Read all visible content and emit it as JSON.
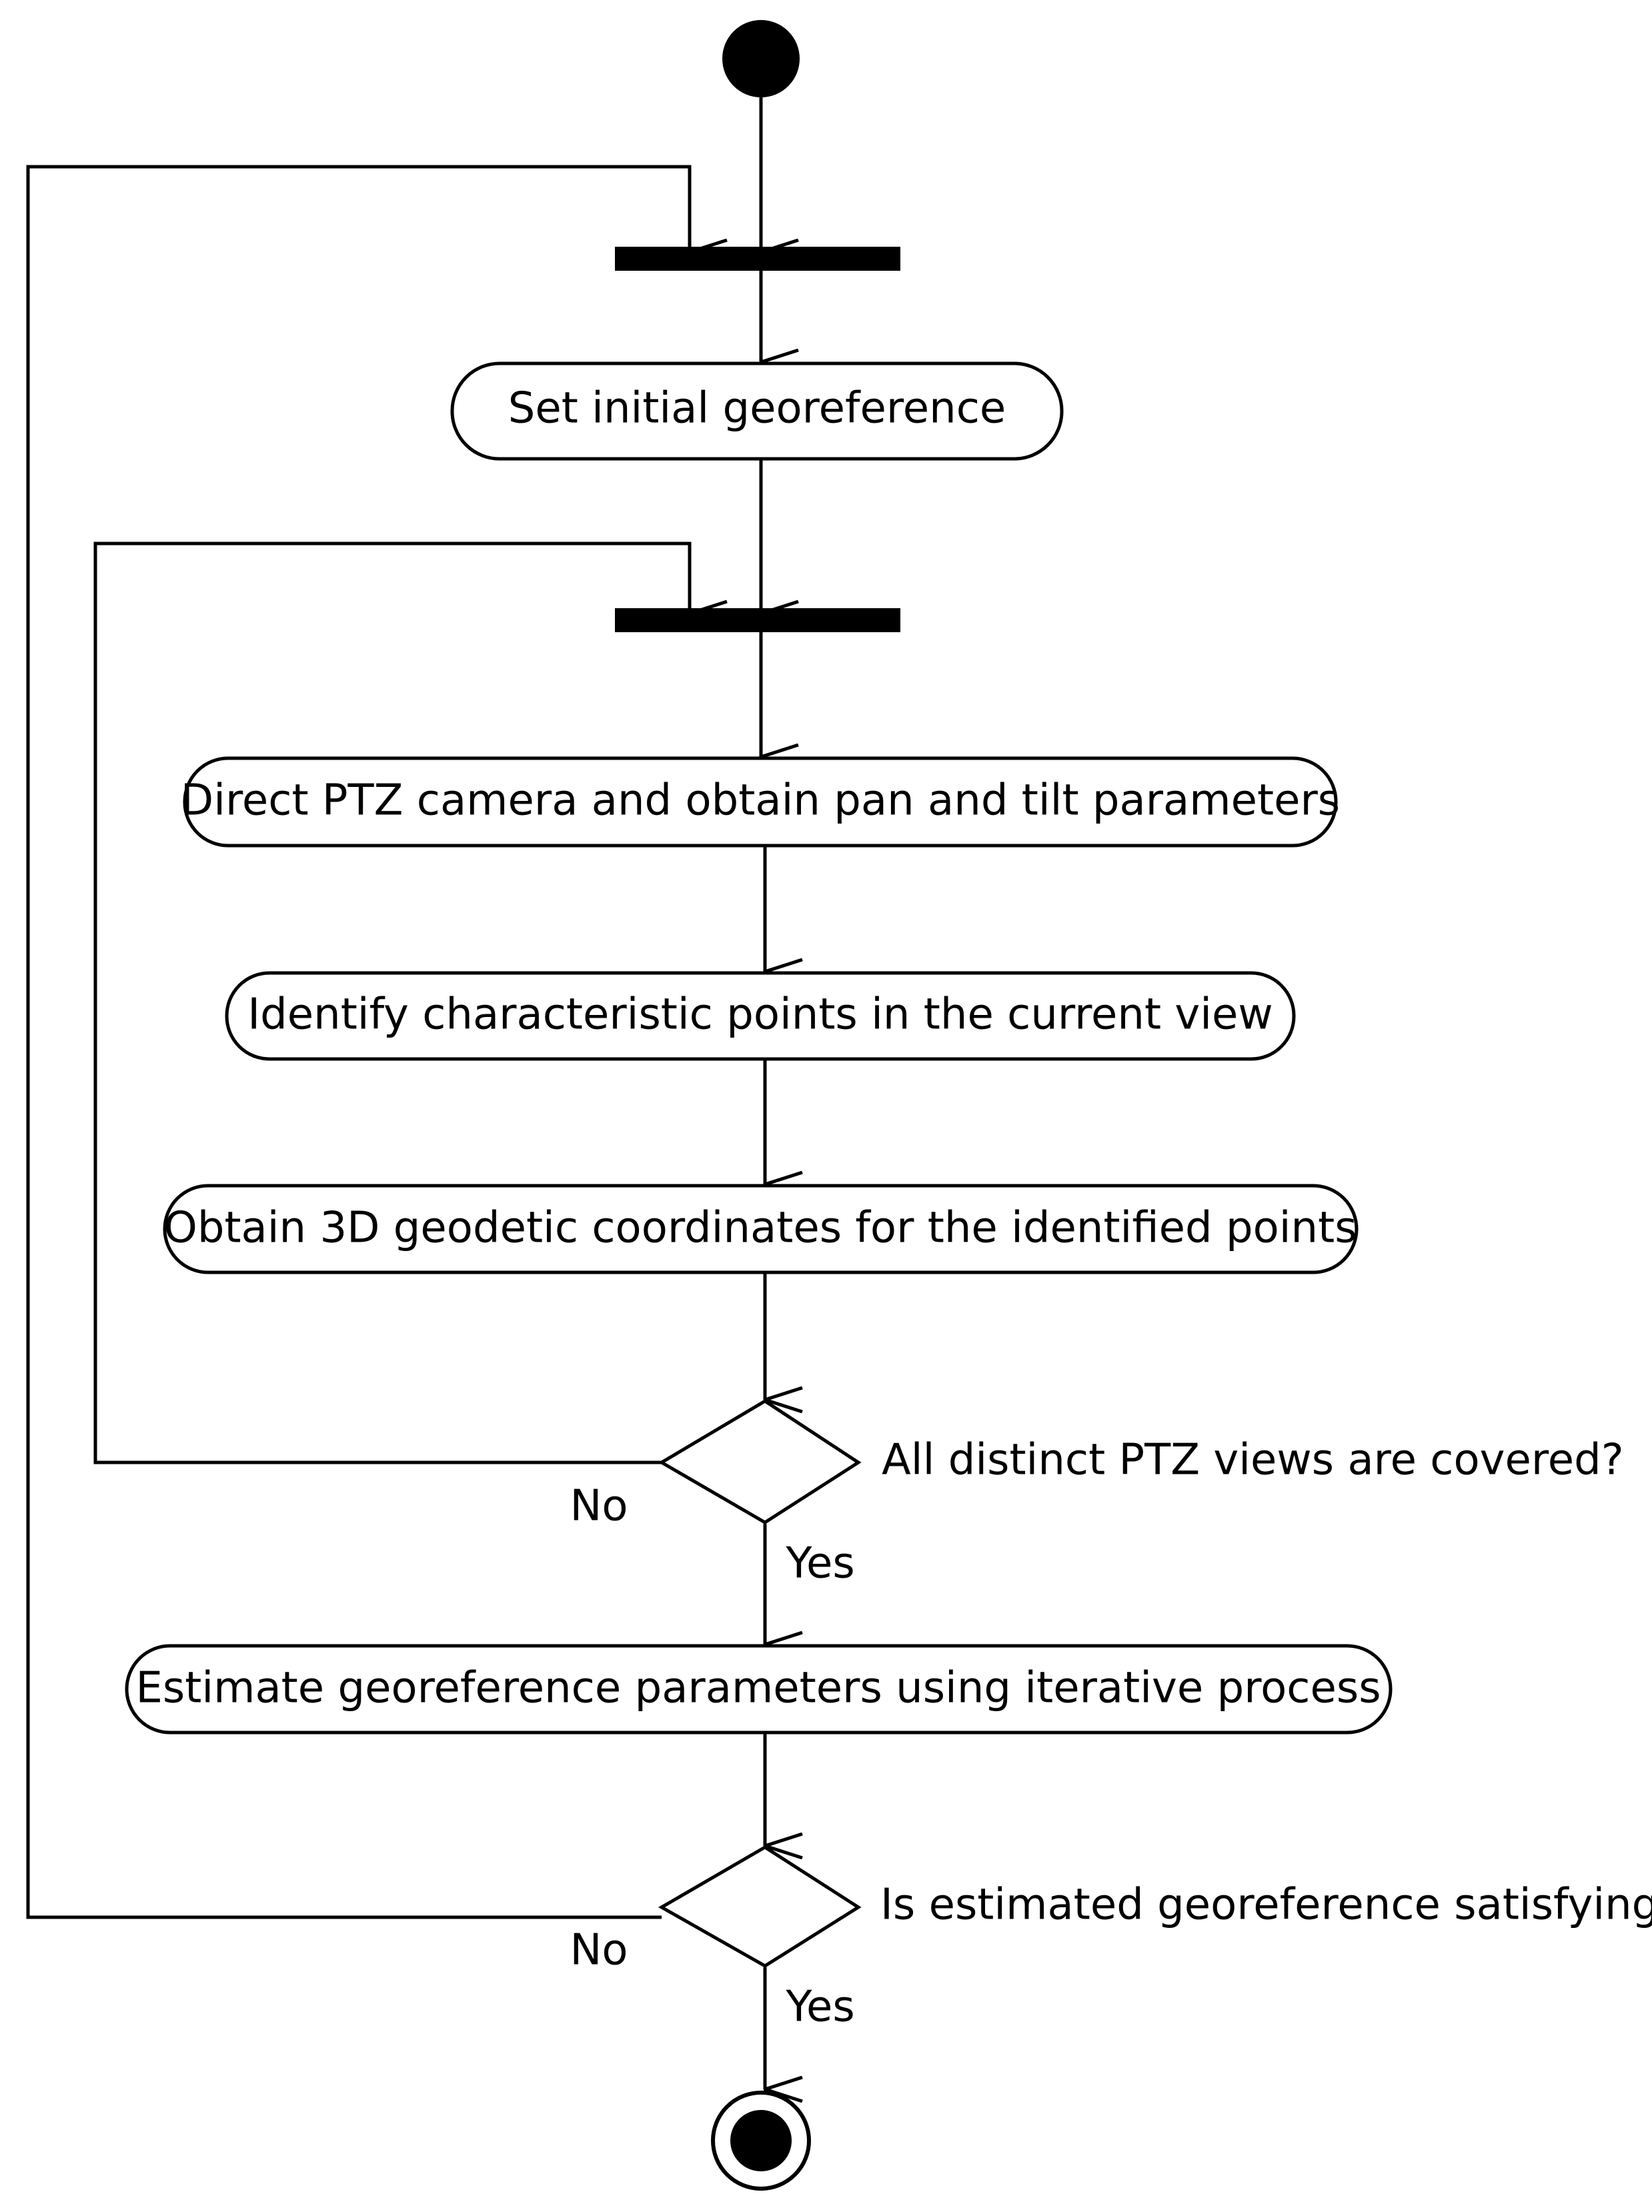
{
  "actions": {
    "set_initial": "Set initial georeference",
    "direct_ptz": "Direct PTZ camera and obtain pan and tilt parameters",
    "identify_points": "Identify characteristic points in the current view",
    "obtain_coords": "Obtain 3D geodetic coordinates for the identified points",
    "estimate": "Estimate georeference parameters using iterative process"
  },
  "decisions": {
    "views_covered": {
      "question": "All distinct PTZ views are covered?",
      "no_label": "No",
      "yes_label": "Yes"
    },
    "satisfying": {
      "question": "Is estimated georeference satisfying?",
      "no_label": "No",
      "yes_label": "Yes"
    }
  },
  "colors": {
    "stroke": "#000000",
    "background": "#ffffff"
  }
}
